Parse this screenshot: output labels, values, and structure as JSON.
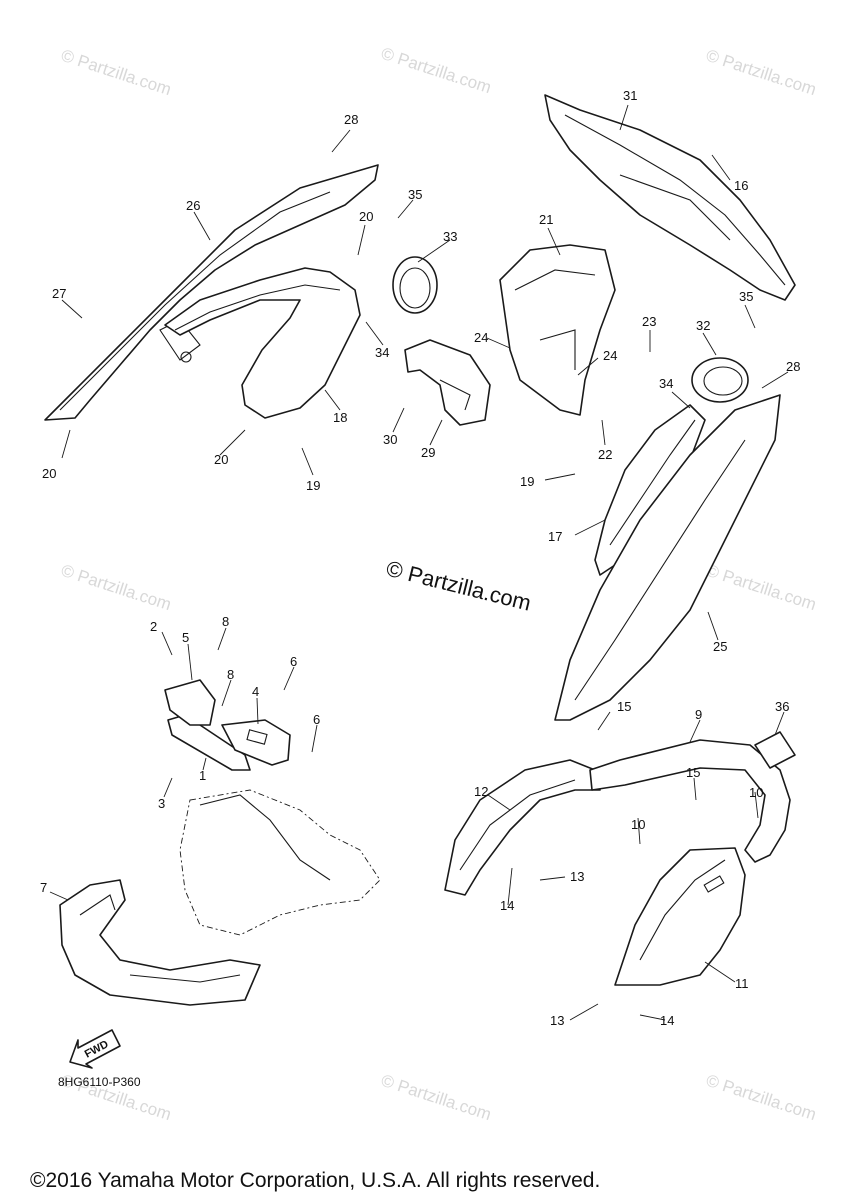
{
  "watermark_small": "© Partzilla.com",
  "watermark_main": "© Partzilla.com",
  "diagram_code": "8HG6110-P360",
  "fwd_label": "FWD",
  "copyright": "©2016 Yamaha Motor Corporation, U.S.A. All rights reserved.",
  "callouts": [
    "28",
    "26",
    "20",
    "27",
    "20",
    "20",
    "19",
    "18",
    "34",
    "35",
    "33",
    "30",
    "29",
    "31",
    "16",
    "21",
    "24",
    "24",
    "23",
    "22",
    "35",
    "32",
    "34",
    "28",
    "19",
    "17",
    "25",
    "2",
    "5",
    "8",
    "8",
    "6",
    "4",
    "6",
    "1",
    "3",
    "7",
    "15",
    "9",
    "36",
    "12",
    "10",
    "15",
    "10",
    "13",
    "14",
    "11",
    "13",
    "14"
  ]
}
